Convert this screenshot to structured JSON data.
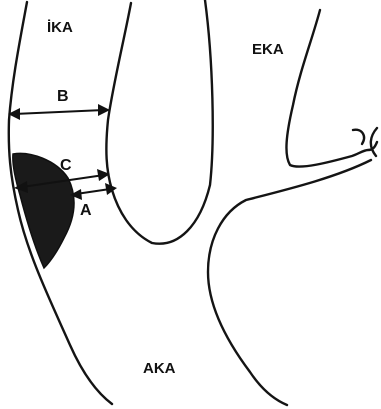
{
  "labels": {
    "ika": "İKA",
    "eka": "EKA",
    "aka": "AKA",
    "b": "B",
    "c": "C",
    "a": "A"
  }
}
